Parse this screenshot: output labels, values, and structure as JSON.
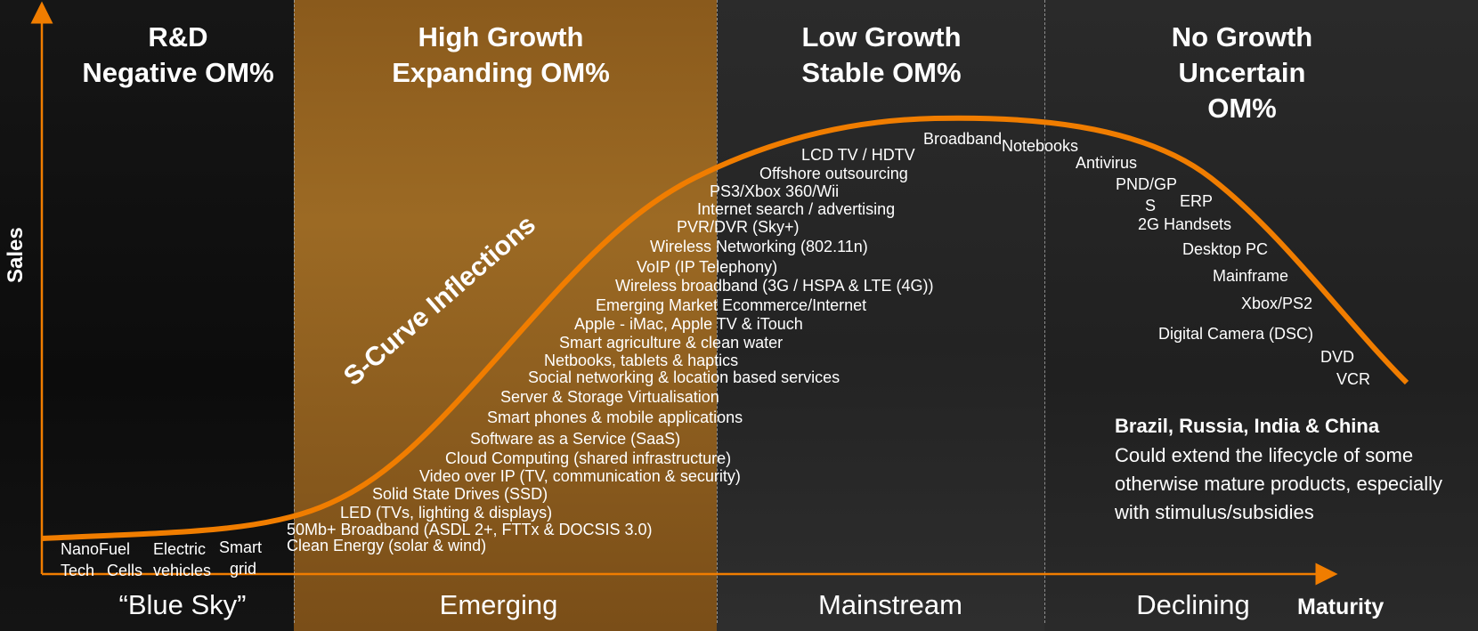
{
  "stages": [
    {
      "title_1": "R&D",
      "title_2": "Negative OM%",
      "name": "“Blue Sky”"
    },
    {
      "title_1": "High Growth",
      "title_2": "Expanding OM%",
      "name": "Emerging"
    },
    {
      "title_1": "Low Growth",
      "title_2": "Stable OM%",
      "name": "Mainstream"
    },
    {
      "title_1": "No Growth",
      "title_2": "Uncertain",
      "title_3": "OM%",
      "name": "Declining"
    }
  ],
  "axes": {
    "y_label": "Sales",
    "x_label": "Maturity"
  },
  "curve_label": "S-Curve Inflections",
  "rd_items": [
    "NanoFuel",
    "Tech",
    "Cells",
    "Electric",
    "vehicles",
    "Smart",
    "grid"
  ],
  "emerging_items": [
    "Clean Energy (solar & wind)",
    "50Mb+ Broadband (ASDL 2+, FTTx & DOCSIS 3.0)",
    "LED (TVs, lighting & displays)",
    "Solid State Drives (SSD)",
    "Video over IP (TV, communication & security)",
    "Cloud Computing (shared infrastructure)",
    "Software as a Service (SaaS)",
    "Smart phones & mobile applications",
    "Server & Storage Virtualisation",
    "Social networking & location based services",
    "Netbooks, tablets & haptics",
    "Smart agriculture & clean water",
    "Apple - iMac, Apple TV & iTouch",
    "Emerging Market Ecommerce/Internet",
    "Wireless broadband (3G / HSPA & LTE (4G))",
    "VoIP (IP Telephony)",
    "Wireless Networking (802.11n)",
    "PVR/DVR (Sky+)",
    "Internet search / advertising",
    "PS3/Xbox 360/Wii",
    "Offshore outsourcing",
    "LCD TV / HDTV",
    "Broadband",
    "Notebooks"
  ],
  "declining_items": [
    "Antivirus",
    "PND/GP",
    "S",
    "ERP",
    "2G Handsets",
    "Desktop PC",
    "Mainframe",
    "Xbox/PS2",
    "Digital Camera (DSC)",
    "DVD",
    "VCR"
  ],
  "bric": {
    "title": "Brazil, Russia, India & China",
    "text": "Could extend the lifecycle of some otherwise mature products, especially with stimulus/subsidies"
  },
  "colors": {
    "accent": "#f07d00",
    "high_growth_zone": "#8a5a1c",
    "background": "#0d0d0d"
  }
}
